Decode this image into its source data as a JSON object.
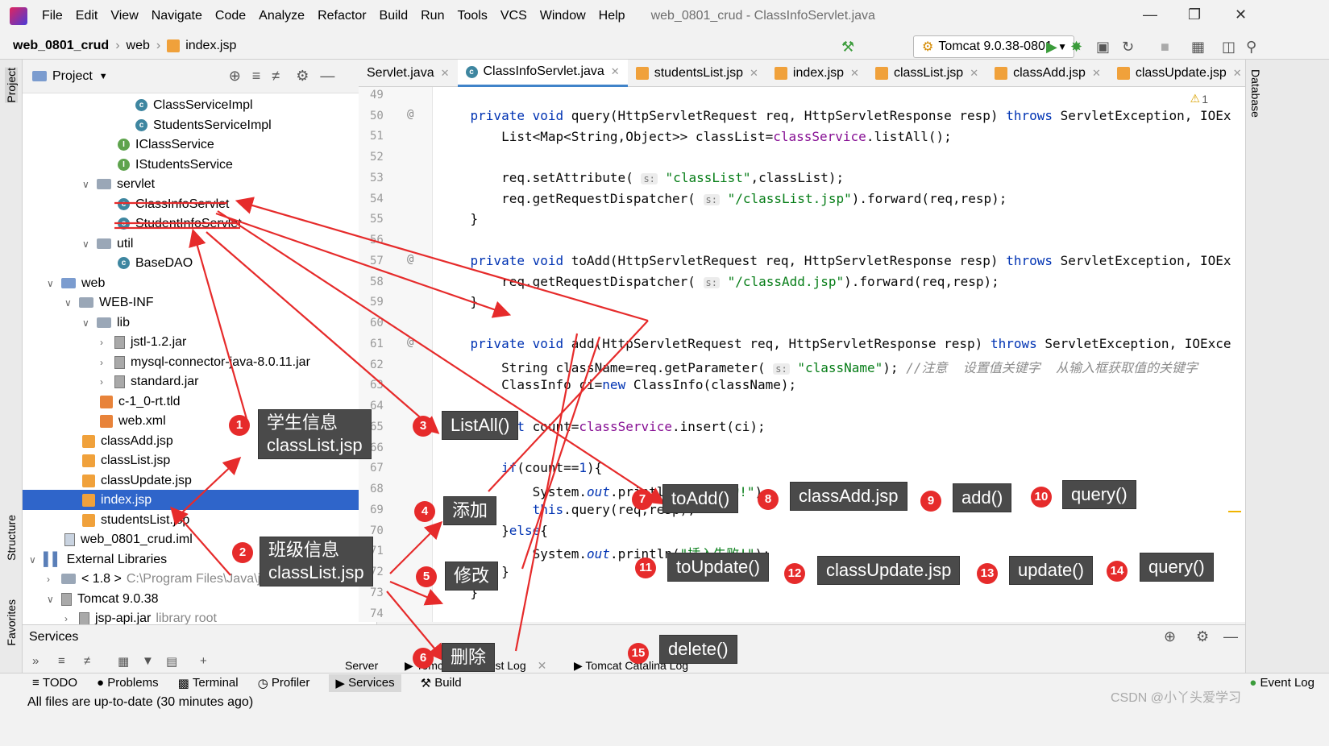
{
  "window": {
    "title": "web_0801_crud - ClassInfoServlet.java",
    "menu": [
      "File",
      "Edit",
      "View",
      "Navigate",
      "Code",
      "Analyze",
      "Refactor",
      "Build",
      "Run",
      "Tools",
      "VCS",
      "Window",
      "Help"
    ]
  },
  "nav": {
    "crumbs": [
      "web_0801_crud",
      "web",
      "index.jsp"
    ],
    "run_config": "Tomcat 9.0.38-0801"
  },
  "side": {
    "project": "Project",
    "structure": "Structure",
    "favorites": "Favorites",
    "database": "Database"
  },
  "project": {
    "header": "Project",
    "items": [
      {
        "label": "ClassServiceImpl",
        "kind": "c"
      },
      {
        "label": "StudentsServiceImpl",
        "kind": "c"
      },
      {
        "label": "IClassService",
        "kind": "i"
      },
      {
        "label": "IStudentsService",
        "kind": "i"
      },
      {
        "label": "servlet",
        "kind": "folder"
      },
      {
        "label": "ClassInfoServlet",
        "kind": "c"
      },
      {
        "label": "StudentInfoServlet",
        "kind": "c"
      },
      {
        "label": "util",
        "kind": "folder"
      },
      {
        "label": "BaseDAO",
        "kind": "c"
      },
      {
        "label": "web",
        "kind": "webfolder"
      },
      {
        "label": "WEB-INF",
        "kind": "folder"
      },
      {
        "label": "lib",
        "kind": "folder"
      },
      {
        "label": "jstl-1.2.jar",
        "kind": "jar"
      },
      {
        "label": "mysql-connector-java-8.0.11.jar",
        "kind": "jar"
      },
      {
        "label": "standard.jar",
        "kind": "jar"
      },
      {
        "label": "c-1_0-rt.tld",
        "kind": "xml"
      },
      {
        "label": "web.xml",
        "kind": "xml"
      },
      {
        "label": "classAdd.jsp",
        "kind": "jsp"
      },
      {
        "label": "classList.jsp",
        "kind": "jsp"
      },
      {
        "label": "classUpdate.jsp",
        "kind": "jsp"
      },
      {
        "label": "index.jsp",
        "kind": "jsp"
      },
      {
        "label": "studentsList.jsp",
        "kind": "jsp"
      },
      {
        "label": "web_0801_crud.iml",
        "kind": "iml"
      },
      {
        "label": "External Libraries",
        "kind": "lib"
      },
      {
        "label": "< 1.8 >",
        "kind": "lib",
        "extra": "C:\\Program Files\\Java\\jdk1.8.0_131"
      },
      {
        "label": "Tomcat 9.0.38",
        "kind": "lib"
      },
      {
        "label": "jsp-api.jar",
        "kind": "jar",
        "extra": "library root"
      }
    ]
  },
  "tabs": [
    "Servlet.java",
    "ClassInfoServlet.java",
    "studentsList.jsp",
    "index.jsp",
    "classList.jsp",
    "classAdd.jsp",
    "classUpdate.jsp"
  ],
  "editor": {
    "warning": "1",
    "lines": [
      "49",
      "50",
      "51",
      "52",
      "53",
      "54",
      "55",
      "56",
      "57",
      "58",
      "59",
      "60",
      "61",
      "62",
      "63",
      "64",
      "65",
      "66",
      "67",
      "68",
      "69",
      "70",
      "71",
      "72",
      "73",
      "74"
    ]
  },
  "services": {
    "title": "Services",
    "server": "Server",
    "localhost": "Tomcat Localhost Log",
    "catalina": "Tomcat Catalina Log"
  },
  "bottom": [
    "TODO",
    "Problems",
    "Terminal",
    "Profiler",
    "Services",
    "Build"
  ],
  "eventlog": "Event Log",
  "status": "All files are up-to-date (30 minutes ago)",
  "annotations": {
    "n1": "1",
    "b1a": "学生信息",
    "b1b": "classList.jsp",
    "n2": "2",
    "b2a": "班级信息",
    "b2b": "classList.jsp",
    "n3": "3",
    "b3": "ListAll()",
    "n4": "4",
    "b4": "添加",
    "n5": "5",
    "b5": "修改",
    "n6": "6",
    "b6": "删除",
    "n7": "7",
    "b7": "toAdd()",
    "n8": "8",
    "b8": "classAdd.jsp",
    "n9": "9",
    "b9": "add()",
    "n10": "10",
    "b10": "query()",
    "n11": "11",
    "b11": "toUpdate()",
    "n12": "12",
    "b12": "classUpdate.jsp",
    "n13": "13",
    "b13": "update()",
    "n14": "14",
    "b14": "query()",
    "n15": "15",
    "b15": "delete()"
  },
  "watermark": "CSDN @小丫头爱学习"
}
